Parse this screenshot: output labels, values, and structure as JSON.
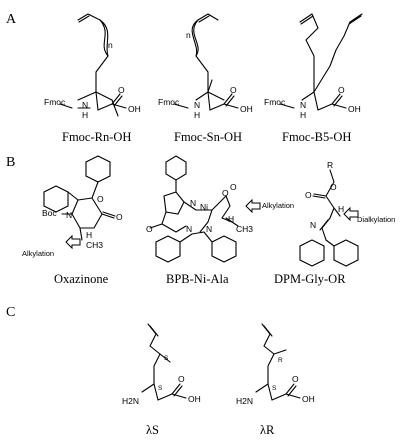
{
  "panels": {
    "A": {
      "letter": "A",
      "captions": [
        "Fmoc-Rn-OH",
        "Fmoc-Sn-OH",
        "Fmoc-B5-OH"
      ],
      "labels": {
        "fmoc": "Fmoc",
        "nh": "N",
        "h": "H",
        "oh": "OH",
        "o": "O",
        "n": "n"
      }
    },
    "B": {
      "letter": "B",
      "captions": [
        "Oxazinone",
        "BPB-Ni-Ala",
        "DPM-Gly-OR"
      ],
      "labels": {
        "boc": "Boc",
        "n": "N",
        "o": "O",
        "h": "H",
        "ch3": "CH3",
        "ni": "Ni",
        "r": "R",
        "alkylation": "Alkylation",
        "dialkylation": "Dialkylation"
      }
    },
    "C": {
      "letter": "C",
      "captions": [
        "λS",
        "λR"
      ],
      "labels": {
        "h2n": "H2N",
        "oh": "OH",
        "o": "O",
        "s": "S",
        "r": "R"
      }
    }
  }
}
